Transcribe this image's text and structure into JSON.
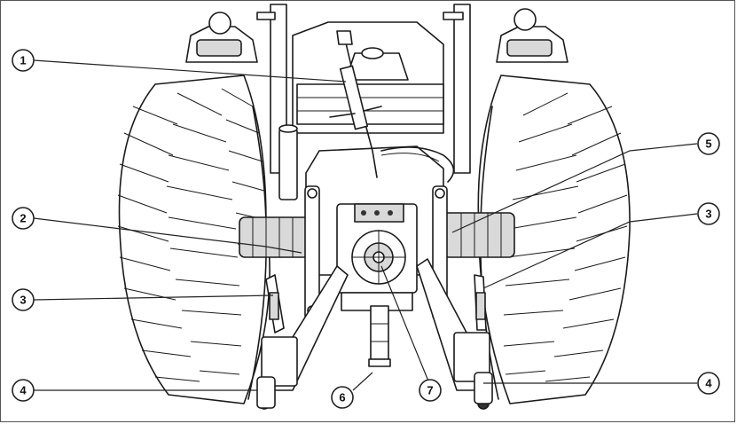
{
  "callouts": [
    {
      "id": "c1",
      "label": "1"
    },
    {
      "id": "c2",
      "label": "2"
    },
    {
      "id": "c3l",
      "label": "3"
    },
    {
      "id": "c3r",
      "label": "3"
    },
    {
      "id": "c4l",
      "label": "4"
    },
    {
      "id": "c4r",
      "label": "4"
    },
    {
      "id": "c5",
      "label": "5"
    },
    {
      "id": "c6",
      "label": "6"
    },
    {
      "id": "c7",
      "label": "7"
    }
  ],
  "icons": {
    "illustration": "tractor-rear-three-point-hitch-illustration"
  },
  "colors": {
    "ink": "#1a1a1a",
    "background": "#ffffff",
    "frame": "#555555"
  }
}
